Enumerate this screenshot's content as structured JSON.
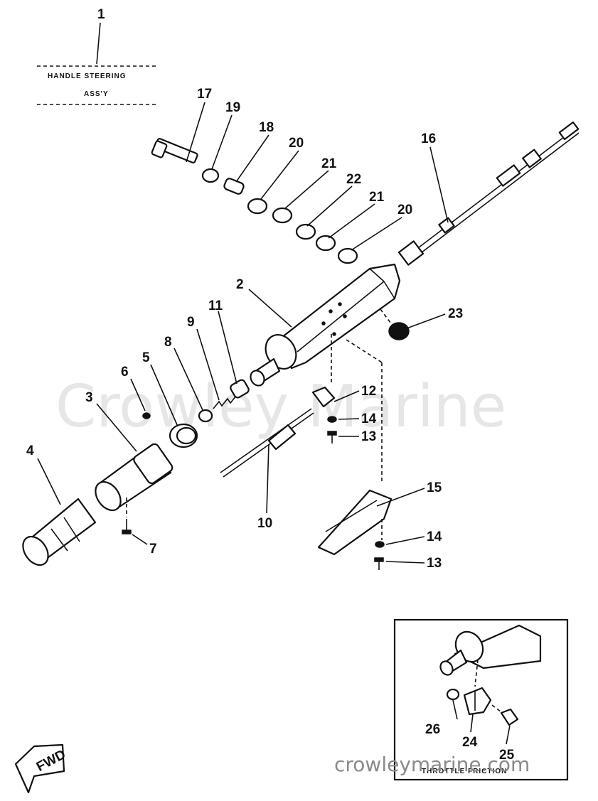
{
  "watermark": {
    "center": "Crowley Marine",
    "bottom": "crowleymarine.com"
  },
  "title_box": {
    "number": "1",
    "line1": "HANDLE STEERING",
    "line2": "ASS'Y"
  },
  "inset": {
    "caption": "THROTTLE FRICTION"
  },
  "fwd_label": "FWD",
  "callouts": {
    "c2": "2",
    "c3": "3",
    "c4": "4",
    "c5": "5",
    "c6": "6",
    "c7": "7",
    "c8": "8",
    "c9": "9",
    "c10": "10",
    "c11": "11",
    "c12": "12",
    "c13a": "13",
    "c13b": "13",
    "c14a": "14",
    "c14b": "14",
    "c15": "15",
    "c16": "16",
    "c17": "17",
    "c18": "18",
    "c19": "19",
    "c20a": "20",
    "c20b": "20",
    "c21a": "21",
    "c21b": "21",
    "c22": "22",
    "c23": "23",
    "c24": "24",
    "c25": "25",
    "c26": "26"
  }
}
